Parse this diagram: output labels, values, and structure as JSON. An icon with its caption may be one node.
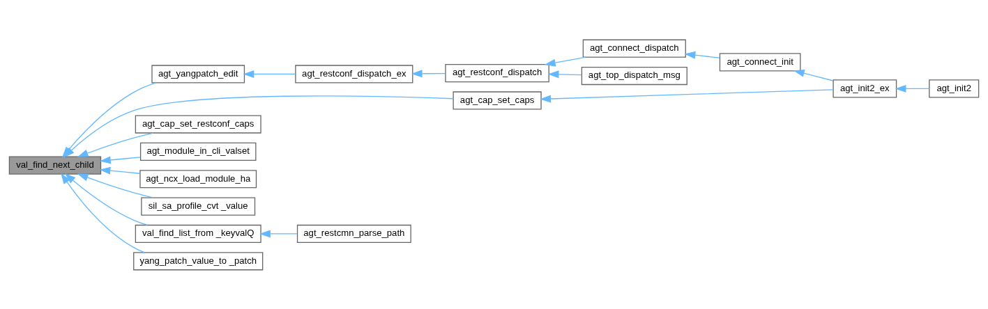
{
  "diagram": {
    "nodes": [
      {
        "text": [
          "val_find_next_child"
        ]
      },
      {
        "text": [
          "agt_cap_set_caps"
        ]
      },
      {
        "text": [
          "agt_cap_set_restconf_caps"
        ]
      },
      {
        "text": [
          "agt_module_in_cli_valset"
        ]
      },
      {
        "text": [
          "agt_ncx_load_module_ha"
        ]
      },
      {
        "text": [
          "agt_yangpatch_edit"
        ]
      },
      {
        "text": [
          "sil_sa_profile_cvt _value"
        ]
      },
      {
        "text": [
          "val_find_list_from _keyvalQ"
        ]
      },
      {
        "text": [
          "yang_patch_value_to _patch"
        ]
      },
      {
        "text": [
          "agt_init2_ex"
        ]
      },
      {
        "text": [
          "agt_init2"
        ]
      },
      {
        "text": [
          "agt_restconf_dispatch_ex"
        ]
      },
      {
        "text": [
          "agt_restconf_dispatch"
        ]
      },
      {
        "text": [
          "agt_connect_dispatch"
        ]
      },
      {
        "text": [
          "agt_connect_init"
        ]
      },
      {
        "text": [
          "agt_top_dispatch_msg"
        ]
      },
      {
        "text": [
          "agt_restcmn_parse_path"
        ]
      }
    ],
    "edges": [
      {
        "from": 1,
        "to": 0,
        "arrow": "to"
      },
      {
        "from": 2,
        "to": 0,
        "arrow": "to"
      },
      {
        "from": 3,
        "to": 0,
        "arrow": "to"
      },
      {
        "from": 4,
        "to": 0,
        "arrow": "to"
      },
      {
        "from": 5,
        "to": 0,
        "arrow": "to"
      },
      {
        "from": 6,
        "to": 0,
        "arrow": "to"
      },
      {
        "from": 7,
        "to": 0,
        "arrow": "to"
      },
      {
        "from": 8,
        "to": 0,
        "arrow": "to"
      },
      {
        "from": 9,
        "to": 1,
        "arrow": "to"
      },
      {
        "from": 10,
        "to": 9,
        "arrow": "to"
      },
      {
        "from": 11,
        "to": 5,
        "arrow": "to"
      },
      {
        "from": 12,
        "to": 11,
        "arrow": "to"
      },
      {
        "from": 13,
        "to": 12,
        "arrow": "to"
      },
      {
        "from": 14,
        "to": 13,
        "arrow": "to"
      },
      {
        "from": 9,
        "to": 14,
        "arrow": "to"
      },
      {
        "from": 15,
        "to": 12,
        "arrow": "to"
      },
      {
        "from": 16,
        "to": 7,
        "arrow": "to"
      }
    ]
  }
}
